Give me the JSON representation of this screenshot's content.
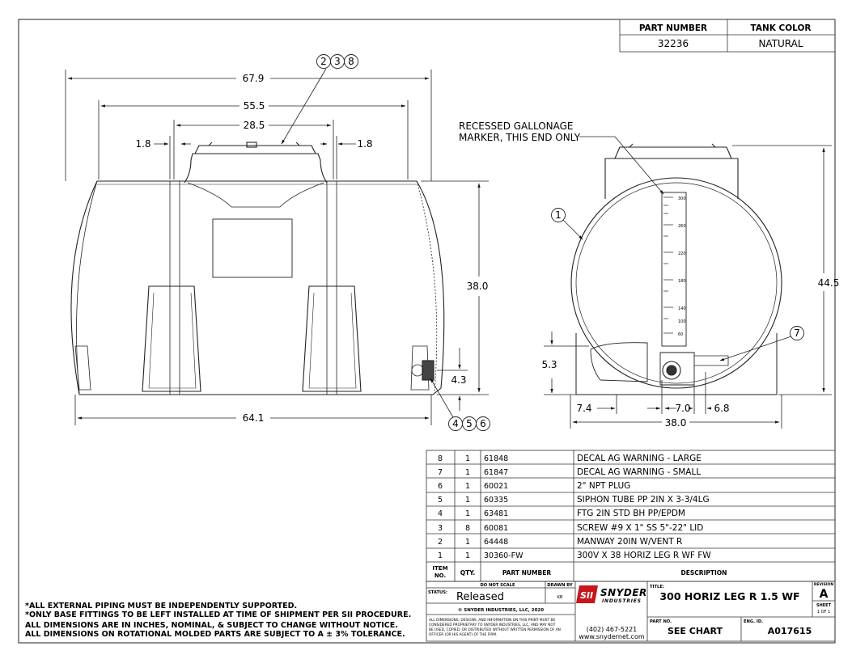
{
  "header": {
    "part_number_label": "PART NUMBER",
    "tank_color_label": "TANK COLOR",
    "part_number": "32236",
    "tank_color": "NATURAL"
  },
  "dimensions": {
    "overall_length": "67.9",
    "leg_span": "55.5",
    "manway_span": "28.5",
    "left_offset": "1.8",
    "right_offset": "1.8",
    "height": "38.0",
    "fitting_height": "4.3",
    "base_length": "64.1",
    "overall_height": "44.5",
    "sump_height": "5.3",
    "width_bottom": "38.0",
    "fitting_from_side": "7.4",
    "fitting_spacing": "7.0",
    "fitting_offset": "6.8"
  },
  "balloons": {
    "top": [
      "2",
      "3",
      "8"
    ],
    "bottom": [
      "4",
      "5",
      "6"
    ],
    "tank_body": "1",
    "decal": "7"
  },
  "callout": {
    "line1": "RECESSED GALLONAGE",
    "line2": "MARKER, THIS END ONLY"
  },
  "gauge_marks": [
    "300",
    "260",
    "220",
    "180",
    "140",
    "100",
    "60"
  ],
  "bom": {
    "rows": [
      {
        "item": "8",
        "qty": "1",
        "part": "61848",
        "desc": "DECAL AG WARNING - LARGE"
      },
      {
        "item": "7",
        "qty": "1",
        "part": "61847",
        "desc": "DECAL AG WARNING - SMALL"
      },
      {
        "item": "6",
        "qty": "1",
        "part": "60021",
        "desc": "2\" NPT PLUG"
      },
      {
        "item": "5",
        "qty": "1",
        "part": "60335",
        "desc": "SIPHON TUBE PP 2IN X 3-3/4LG"
      },
      {
        "item": "4",
        "qty": "1",
        "part": "63481",
        "desc": "FTG 2IN STD BH PP/EPDM"
      },
      {
        "item": "3",
        "qty": "8",
        "part": "60081",
        "desc": "SCREW #9 X 1\" SS 5\"-22\" LID"
      },
      {
        "item": "2",
        "qty": "1",
        "part": "64448",
        "desc": "MANWAY 20IN W/VENT R"
      },
      {
        "item": "1",
        "qty": "1",
        "part": "30360-FW",
        "desc": "300V X 38 HORIZ LEG R WF FW"
      }
    ],
    "header": {
      "item_line1": "ITEM",
      "item_line2": "NO.",
      "qty": "QTY.",
      "part": "PART NUMBER",
      "desc": "DESCRIPTION"
    }
  },
  "title_block": {
    "do_not_scale": "DO NOT SCALE",
    "drawn_by_label": "DRAWN BY",
    "status_label": "STATUS:",
    "status": "Released",
    "drawn_by": "KB",
    "copyright": "© SNYDER INDUSTRIES, LLC, 2020",
    "legal_lines": [
      "ALL DIMENSIONS, DESIGNS, AND INFORMATION ON THIS PRINT MUST BE",
      "CONSIDERED PROPRIETARY TO SNYDER INDUSTRIES, LLC, AND MAY NOT",
      "BE USED, COPIED, OR DISTRIBUTED WITHOUT WRITTEN PERMISSION OF AN",
      "OFFICER (OR HIS AGENT) OF THE FIRM."
    ],
    "logo_mark": "SII",
    "logo_name": "SNYDER",
    "logo_sub": "INDUSTRIES",
    "phone": "(402) 467-5221",
    "website": "www.snydernet.com",
    "title_label": "TITLE:",
    "title": "300 HORIZ LEG R 1.5 WF",
    "revision_label": "REVISION",
    "revision": "A",
    "sheet_label": "SHEET",
    "sheet": "1 OF 1",
    "part_no_label": "PART NO.",
    "part_no": "SEE CHART",
    "eng_id_label": "ENG. ID.",
    "eng_id": "A017615"
  },
  "notes": [
    "*ALL EXTERNAL PIPING MUST BE INDEPENDENTLY SUPPORTED.",
    "*ONLY BASE FITTINGS TO BE LEFT INSTALLED AT TIME OF SHIPMENT PER SII PROCEDURE.",
    "ALL DIMENSIONS ARE IN INCHES, NOMINAL, & SUBJECT TO CHANGE WITHOUT NOTICE.",
    "ALL DIMENSIONS ON ROTATIONAL MOLDED PARTS ARE SUBJECT TO A ± 3% TOLERANCE."
  ]
}
